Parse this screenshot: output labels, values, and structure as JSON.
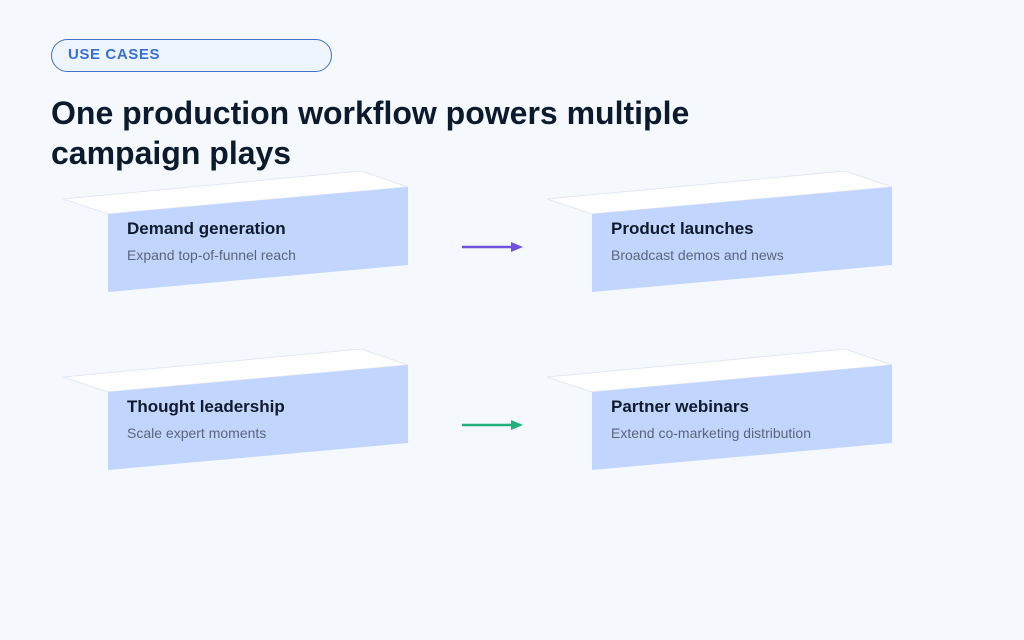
{
  "header": {
    "badge": "USE CASES",
    "title": "One production workflow powers multiple campaign plays"
  },
  "cards": [
    {
      "title": "Demand generation",
      "subtitle": "Expand top-of-funnel reach"
    },
    {
      "title": "Product launches",
      "subtitle": "Broadcast demos and news"
    },
    {
      "title": "Thought leadership",
      "subtitle": "Scale expert moments"
    },
    {
      "title": "Partner webinars",
      "subtitle": "Extend co-marketing distribution"
    }
  ],
  "colors": {
    "card_face": "#c2d5ff",
    "card_top": "#ffffff",
    "arrow_top": "#6e52dc",
    "arrow_bottom": "#22b07d",
    "accent": "#3670d6"
  },
  "icons": {
    "connector": "arrow-right-icon"
  }
}
